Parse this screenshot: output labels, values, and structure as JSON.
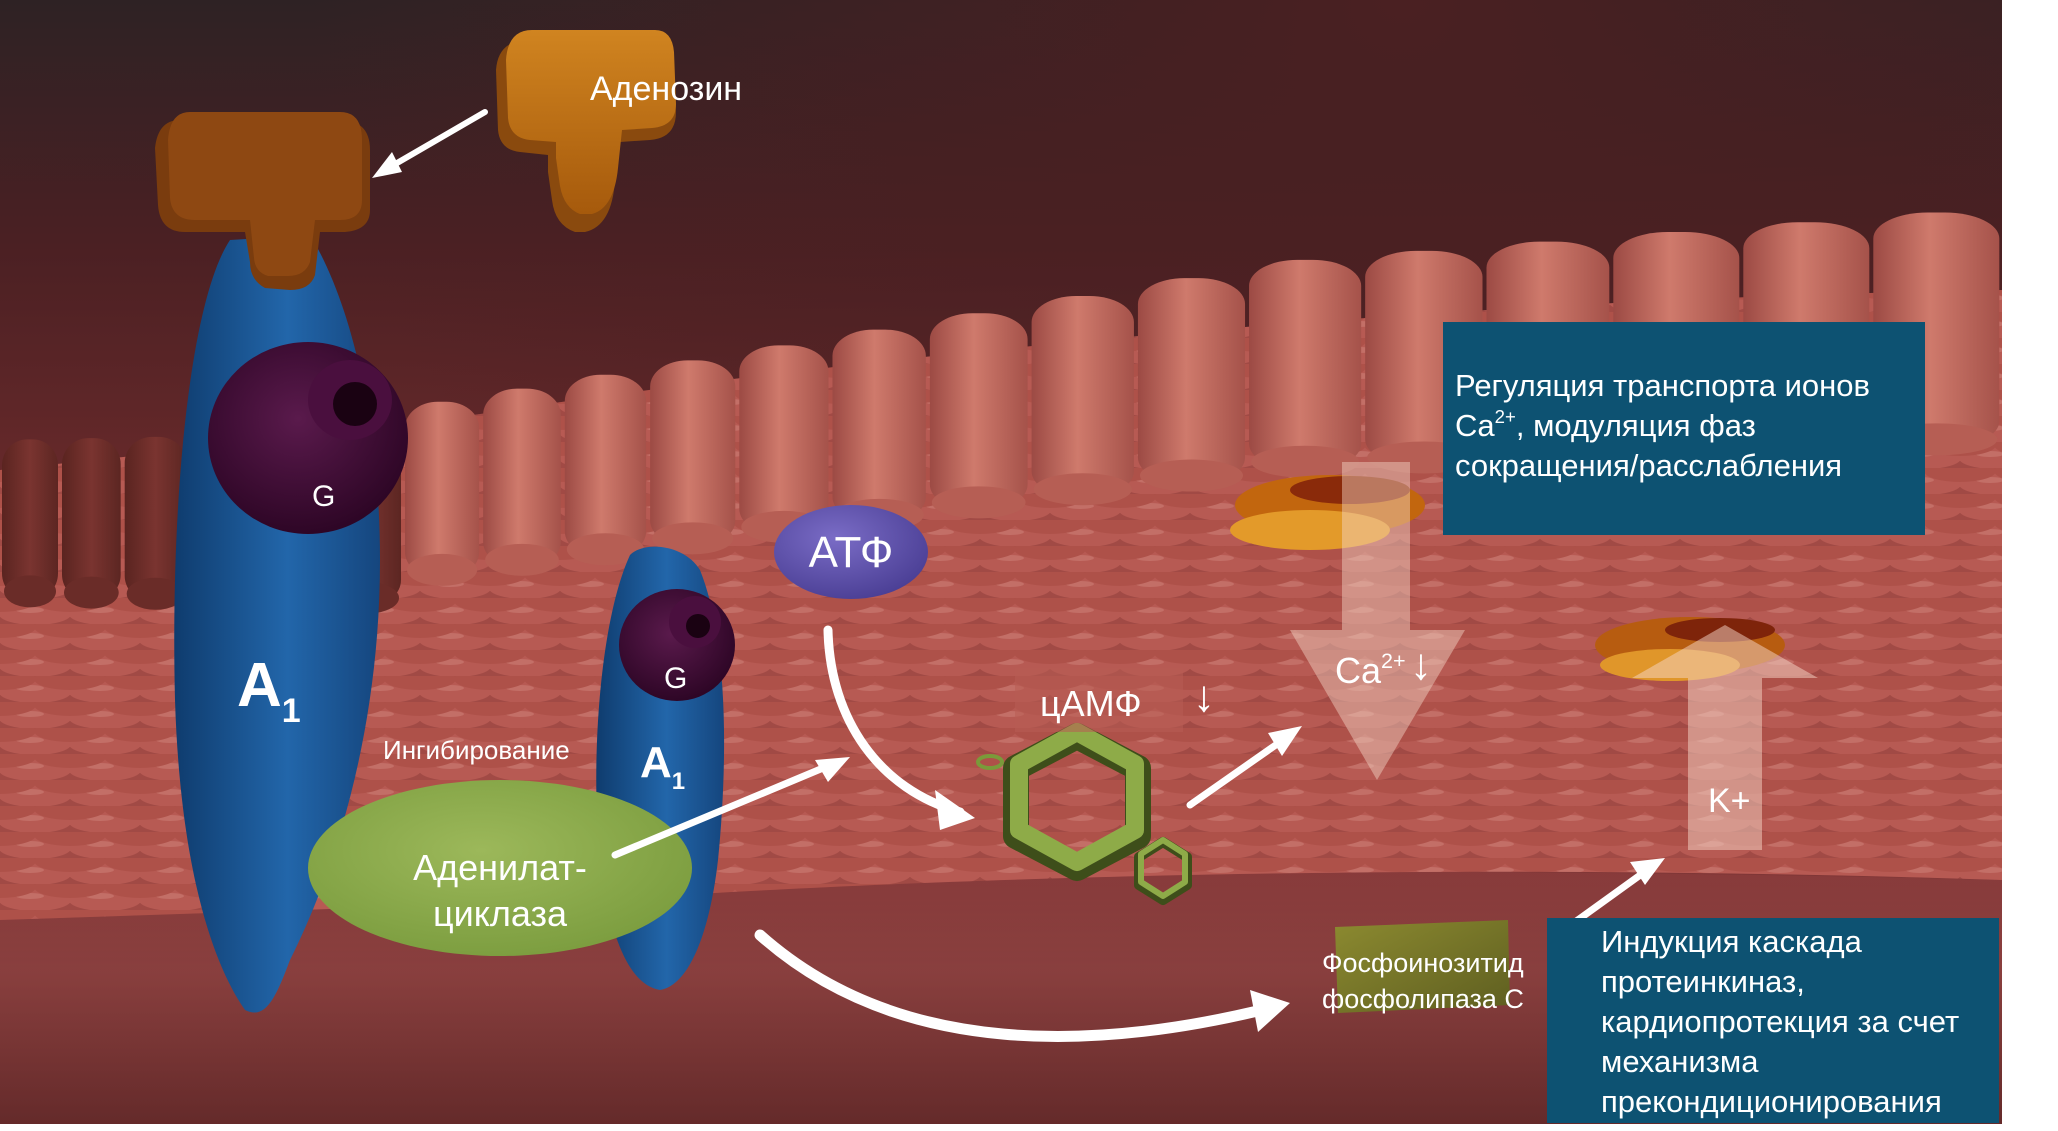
{
  "diagram": {
    "title_topic": "Adenosine A1 receptor signaling in cardiomyocyte membrane",
    "ligand": {
      "label": "Аденозин"
    },
    "receptors": [
      {
        "label": "A",
        "subscript": "1"
      },
      {
        "label": "A",
        "subscript": "1"
      }
    ],
    "g_proteins": [
      {
        "label": "G"
      },
      {
        "label": "G"
      }
    ],
    "inhibition_label": "Ингибирование",
    "adenylate_cyclase": {
      "line1": "Аденилат-",
      "line2": "циклаза"
    },
    "atp": {
      "label": "АТФ"
    },
    "camp": {
      "label": "цАМФ",
      "trend_symbol": "↓"
    },
    "calcium": {
      "label": "Ca",
      "charge": "2+",
      "trend_symbol": "↓"
    },
    "potassium": {
      "label": "K+"
    },
    "phospholipase": {
      "line1": "Фосфоинозитид",
      "line2": "фосфолипаза С"
    },
    "box_calcium": {
      "line1": "Регуляция транспорта ионов",
      "line2_prefix": "Ca",
      "line2_charge": "2+",
      "line2_suffix": ", модуляция фаз",
      "line3": "сокращения/расслабления"
    },
    "box_kinase": {
      "lines": [
        "Индукция каскада",
        "протеинкиназ,",
        "кардиопротекция за счет",
        "механизма",
        "прекондиционирования"
      ]
    },
    "colors": {
      "receptor_blue": "#1a5797",
      "g_protein_purple": "#4a0f3e",
      "adenosine_orange": "#b8640e",
      "cyclase_green": "#8aa64a",
      "atp_purple": "#5b4fa6",
      "camp_green": "#7a9a3a",
      "info_box_blue": "#0d5272",
      "membrane_pink": "#c46a5e"
    }
  }
}
